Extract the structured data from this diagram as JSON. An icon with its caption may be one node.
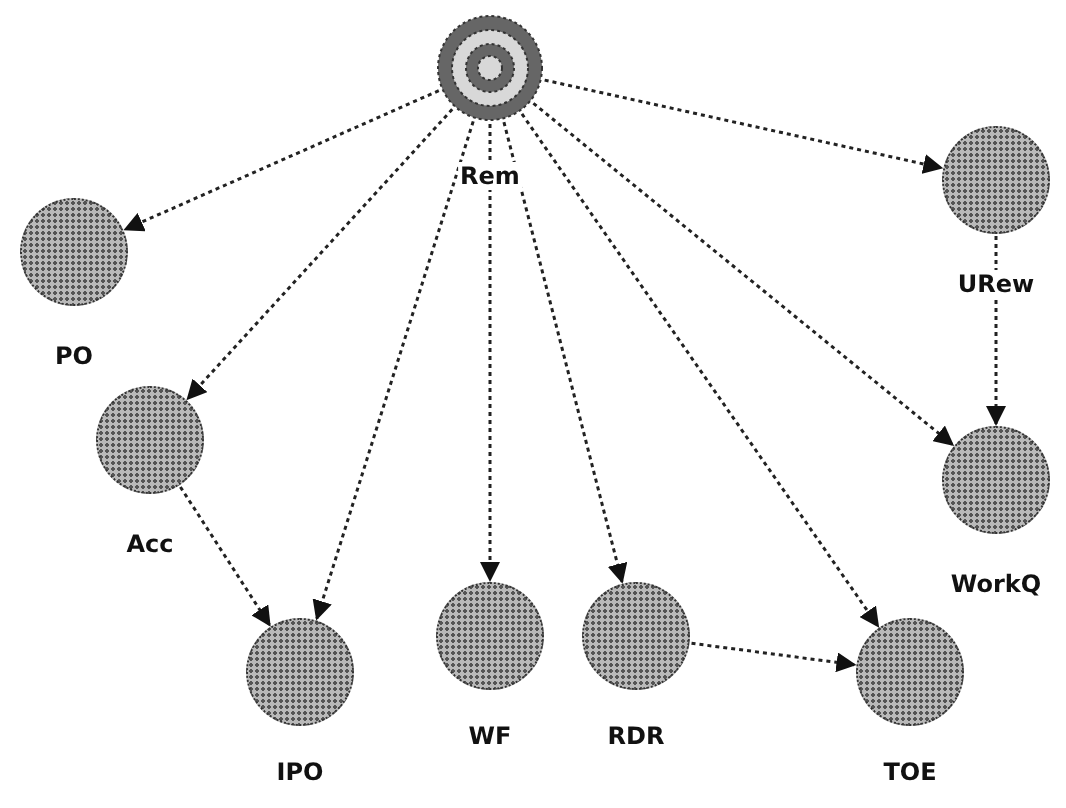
{
  "diagram": {
    "nodes": [
      {
        "text": [
          "Rem"
        ]
      },
      {
        "text": [
          "PO"
        ]
      },
      {
        "text": [
          "URew"
        ]
      },
      {
        "text": [
          "Acc"
        ]
      },
      {
        "text": [
          "WorkQ"
        ]
      },
      {
        "text": [
          "IPO"
        ]
      },
      {
        "text": [
          "WF"
        ]
      },
      {
        "text": [
          "RDR"
        ]
      },
      {
        "text": [
          "TOE"
        ]
      }
    ],
    "edges": [
      {
        "from": 0,
        "to": 1,
        "arrow": "to"
      },
      {
        "from": 0,
        "to": 3,
        "arrow": "to"
      },
      {
        "from": 0,
        "to": 5,
        "arrow": "to"
      },
      {
        "from": 0,
        "to": 6,
        "arrow": "to"
      },
      {
        "from": 0,
        "to": 7,
        "arrow": "to"
      },
      {
        "from": 0,
        "to": 8,
        "arrow": "to"
      },
      {
        "from": 0,
        "to": 4,
        "arrow": "to"
      },
      {
        "from": 0,
        "to": 2,
        "arrow": "to"
      },
      {
        "from": 2,
        "to": 4,
        "arrow": "to"
      },
      {
        "from": 3,
        "to": 5,
        "arrow": "to"
      },
      {
        "from": 7,
        "to": 8,
        "arrow": "to"
      }
    ]
  }
}
